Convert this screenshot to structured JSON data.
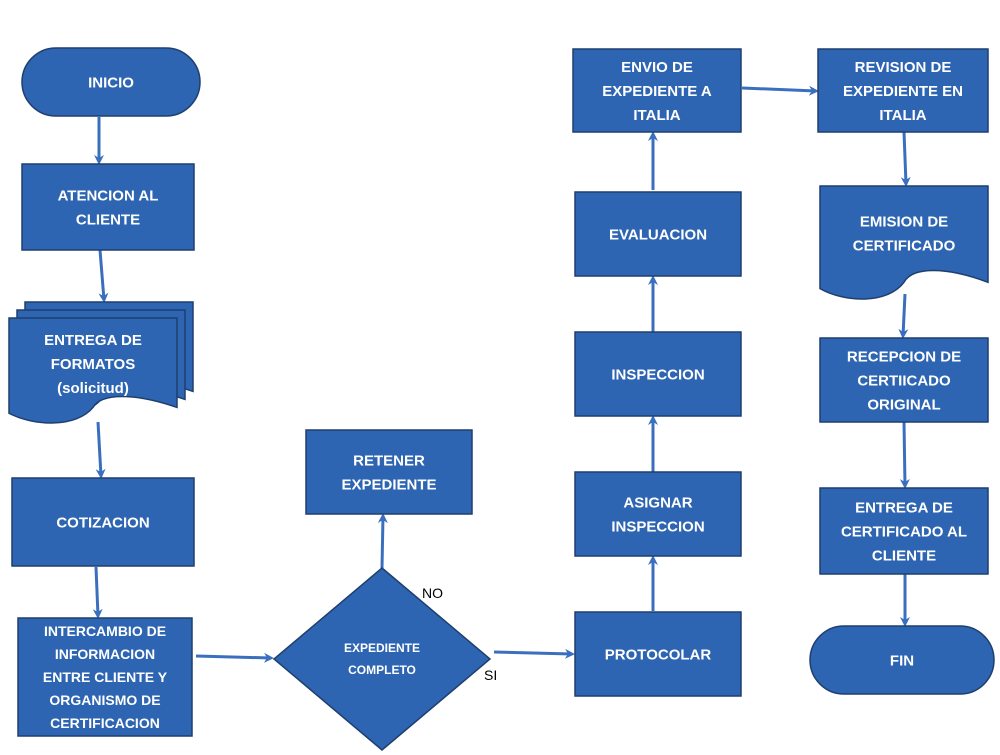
{
  "colors": {
    "node_fill": "#2e65b2",
    "node_stroke": "#1f3f6e",
    "arrow": "#3a6fbf",
    "text": "#ffffff"
  },
  "nodes": {
    "inicio": {
      "shape": "terminator",
      "lines": [
        "INICIO"
      ]
    },
    "atencion": {
      "shape": "process",
      "lines": [
        "ATENCION AL",
        "CLIENTE"
      ]
    },
    "entrega_formatos": {
      "shape": "multi-document",
      "lines": [
        "ENTREGA DE",
        "FORMATOS",
        "(solicitud)"
      ]
    },
    "cotizacion": {
      "shape": "process",
      "lines": [
        "COTIZACION"
      ]
    },
    "intercambio": {
      "shape": "process",
      "lines": [
        "INTERCAMBIO DE",
        "INFORMACION",
        "ENTRE CLIENTE Y",
        "ORGANISMO DE",
        "CERTIFICACION"
      ]
    },
    "expediente_completo": {
      "shape": "decision",
      "lines": [
        "EXPEDIENTE",
        "COMPLETO"
      ]
    },
    "retener": {
      "shape": "process",
      "lines": [
        "RETENER",
        "EXPEDIENTE"
      ]
    },
    "protocolar": {
      "shape": "process",
      "lines": [
        "PROTOCOLAR"
      ]
    },
    "asignar": {
      "shape": "process",
      "lines": [
        "ASIGNAR",
        "INSPECCION"
      ]
    },
    "inspeccion": {
      "shape": "process",
      "lines": [
        "INSPECCION"
      ]
    },
    "evaluacion": {
      "shape": "process",
      "lines": [
        "EVALUACION"
      ]
    },
    "envio": {
      "shape": "process",
      "lines": [
        "ENVIO DE",
        "EXPEDIENTE A",
        "ITALIA"
      ]
    },
    "revision": {
      "shape": "process",
      "lines": [
        "REVISION DE",
        "EXPEDIENTE EN",
        "ITALIA"
      ]
    },
    "emision": {
      "shape": "document",
      "lines": [
        "EMISION DE",
        "CERTIFICADO"
      ]
    },
    "recepcion": {
      "shape": "process",
      "lines": [
        "RECEPCION DE",
        "CERTIICADO",
        "ORIGINAL"
      ]
    },
    "entrega_certificado": {
      "shape": "process",
      "lines": [
        "ENTREGA DE",
        "CERTIFICADO AL",
        "CLIENTE"
      ]
    },
    "fin": {
      "shape": "terminator",
      "lines": [
        "FIN"
      ]
    }
  },
  "edges": [
    {
      "from": "inicio",
      "to": "atencion"
    },
    {
      "from": "atencion",
      "to": "entrega_formatos"
    },
    {
      "from": "entrega_formatos",
      "to": "cotizacion"
    },
    {
      "from": "cotizacion",
      "to": "intercambio"
    },
    {
      "from": "intercambio",
      "to": "expediente_completo"
    },
    {
      "from": "expediente_completo",
      "to": "retener",
      "label": "NO"
    },
    {
      "from": "expediente_completo",
      "to": "protocolar",
      "label": "SI"
    },
    {
      "from": "protocolar",
      "to": "asignar"
    },
    {
      "from": "asignar",
      "to": "inspeccion"
    },
    {
      "from": "inspeccion",
      "to": "evaluacion"
    },
    {
      "from": "evaluacion",
      "to": "envio"
    },
    {
      "from": "envio",
      "to": "revision"
    },
    {
      "from": "revision",
      "to": "emision"
    },
    {
      "from": "emision",
      "to": "recepcion"
    },
    {
      "from": "recepcion",
      "to": "entrega_certificado"
    },
    {
      "from": "entrega_certificado",
      "to": "fin"
    }
  ]
}
